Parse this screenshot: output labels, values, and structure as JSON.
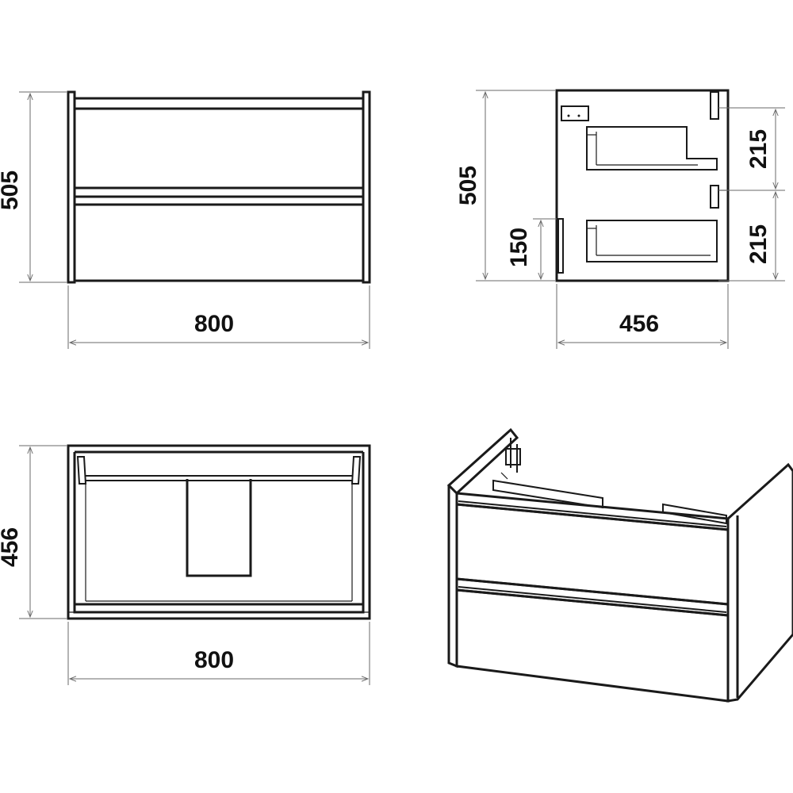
{
  "views": {
    "front": {
      "width_label": "800",
      "height_label": "505"
    },
    "side": {
      "height_label": "505",
      "depth_label": "456",
      "drawer_upper_label": "215",
      "drawer_lower_label": "215",
      "bottom_offset_label": "150"
    },
    "top": {
      "width_label": "800",
      "depth_label": "456"
    }
  },
  "colors": {
    "line": "#1a1a1a",
    "dimension": "#6a6a6a"
  }
}
